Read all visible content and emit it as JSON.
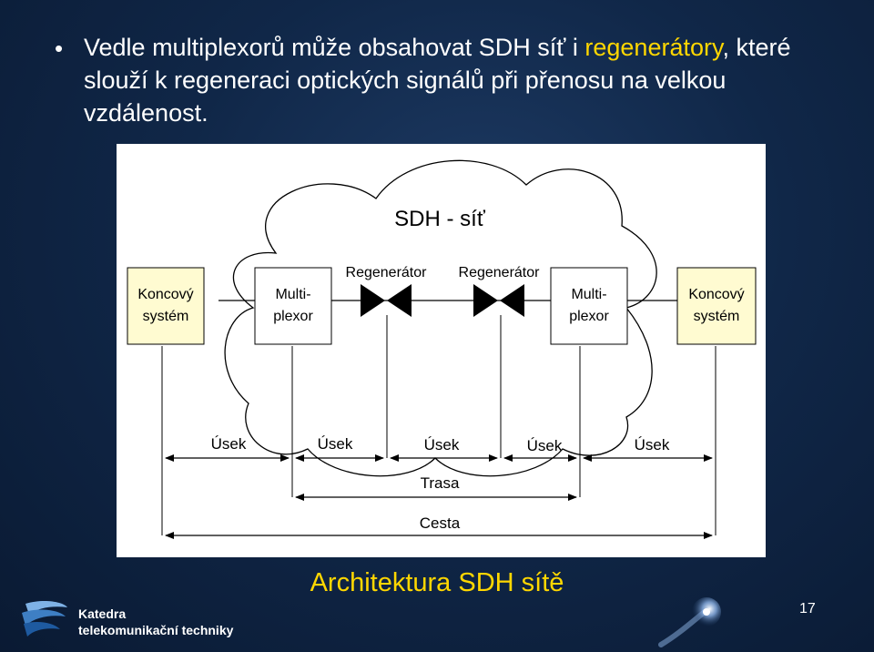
{
  "slide": {
    "bullet": {
      "text_before": "Vedle multiplexorů může obsahovat SDH síť i ",
      "highlight": "regenerátory",
      "text_after": ", které slouží k regeneraci optických signálů při přenosu na velkou vzdálenost."
    },
    "caption": "Architektura SDH sítě",
    "page_number": "17",
    "logo": {
      "line1": "Katedra",
      "line2": "telekomunikační techniky"
    }
  },
  "diagram": {
    "title": "SDH - síť",
    "end_system_left": {
      "line1": "Koncový",
      "line2": "systém"
    },
    "end_system_right": {
      "line1": "Koncový",
      "line2": "systém"
    },
    "mux_left": {
      "line1": "Multi-",
      "line2": "plexor"
    },
    "mux_right": {
      "line1": "Multi-",
      "line2": "plexor"
    },
    "regen_left": "Regenerátor",
    "regen_right": "Regenerátor",
    "section_labels": [
      "Úsek",
      "Úsek",
      "Úsek",
      "Úsek",
      "Úsek"
    ],
    "path_label": "Trasa",
    "route_label": "Cesta"
  },
  "colors": {
    "highlight": "#ffd700",
    "end_system_fill": "#fffbd1",
    "background": "#102748"
  }
}
